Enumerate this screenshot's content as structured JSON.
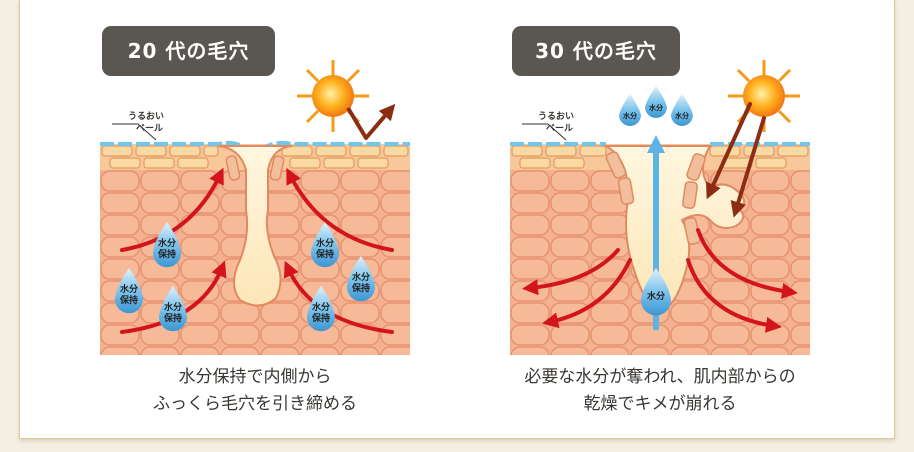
{
  "left": {
    "label": "20 代の毛穴",
    "veil_label_1": "うるおい",
    "veil_label_2": "ベール",
    "drop_text_1": "水分",
    "drop_text_2": "保持",
    "caption_line1": "水分保持で内側から",
    "caption_line2": "ふっくら毛穴を引き締める"
  },
  "right": {
    "label": "30 代の毛穴",
    "veil_label_1": "うるおい",
    "veil_label_2": "ベール",
    "drop_text": "水分",
    "caption_line1": "必要な水分が奪われ、肌内部からの",
    "caption_line2": "乾燥でキメが崩れる"
  },
  "colors": {
    "tag_bg": "#5a5752",
    "skin": "#f3b18f",
    "arrow_red": "#d4141d",
    "arrow_brown": "#8a2d12",
    "arrow_blue": "#5bb4e4",
    "drop": "#4aa6de",
    "sun": "#f7941d"
  }
}
